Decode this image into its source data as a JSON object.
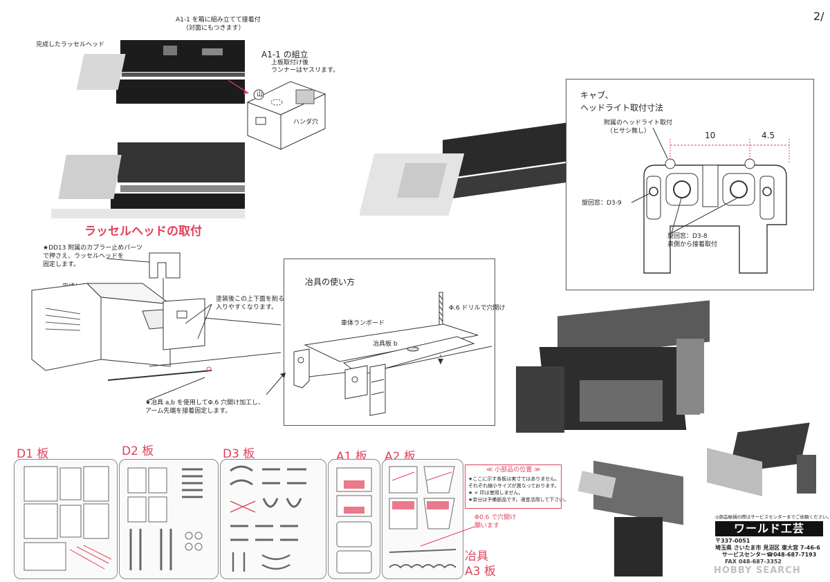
{
  "page_number": "2/",
  "photo_top": {
    "label_complete": "完成したラッセルヘッド",
    "callout_line1": "A1-1 を箱に組み立てて接着付",
    "callout_line2": "（対面にもつきます）"
  },
  "a11": {
    "title": "A1-1 の組立",
    "note1": "上板取付け後",
    "note2": "ランナーはヤスリます。",
    "circle_label": "山",
    "hole_label": "ハンダ穴"
  },
  "russell_section": {
    "title": "ラッセルヘッドの取付",
    "note1_line1": "★DD13 附属のカプラー止めパーツ",
    "note1_line2": "で押さえ、ラッセルヘッドを",
    "note1_line3": "固定します。",
    "label_complete": "完成したラッセルヘッド",
    "note2_line1": "塗装後この上下面を削ると",
    "note2_line2": "入りやすくなります。",
    "note3_line1": "★冶具 a,b を使用してΦ.6 穴開け加工し、",
    "note3_line2": "アーム先端を接着固定します。"
  },
  "jig": {
    "title": "冶具の使い方",
    "drill_label": "Φ.6 ドリルで穴開け",
    "runboard_label": "車体ランボード",
    "plate_label": "冶具板 b"
  },
  "cab": {
    "title_line1": "キャブ、",
    "title_line2": "ヘッドライト取付寸法",
    "headlight_label1": "附属のヘッドライト取付",
    "headlight_label2": "（ヒサシ無し）",
    "dim_10": "10",
    "dim_45": "4.5",
    "window_d39": "旋回窓：D3-9",
    "window_d38": "旋回窓：D3-8",
    "window_note": "表側から接着取付"
  },
  "sheets": {
    "d1": "D1 板",
    "d2": "D2 板",
    "d3": "D3 板",
    "a1": "A1 板",
    "a2": "A2 板",
    "jig_label": "冶具",
    "a3": "A3 板",
    "a2_hole_line1": "Φ0.6 で穴開け",
    "a2_hole_line2": "願います"
  },
  "parts_note": {
    "title": "≪ 小部品の位置 ≫",
    "line1": "★ここに示す各板は実寸ではありません。",
    "line2": "それぞれ縮小サイズが異なっております。",
    "line3": "★ × 印は使用しません。",
    "line4": "★余分は予備部品です。適宜活用して下さい。"
  },
  "brand": {
    "service_note": "◎部品破損の際はサービスセンターまでご依頼ください。",
    "name": "ワールド工芸",
    "postal": "〒337-0051",
    "address": "埼玉県 さいたま市 見沼区 東大宮 7-46-6",
    "phone": "サービスセンター☎048-687-7193",
    "fax": "FAX 048-687-3352"
  },
  "watermark": "HOBBY SEARCH",
  "colors": {
    "accent_red": "#e0405a",
    "ink": "#222222"
  }
}
